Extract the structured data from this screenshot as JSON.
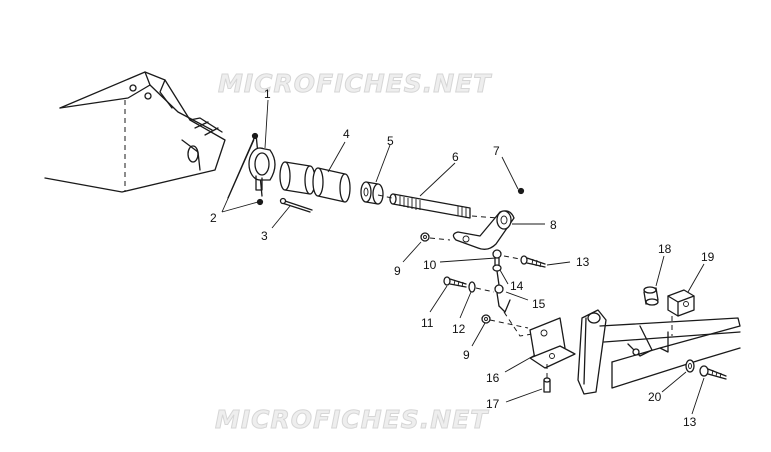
{
  "watermark": {
    "text": "MICROFICHES.NET",
    "color": "#d0d0d0"
  },
  "callouts": {
    "c1": "1",
    "c2": "2",
    "c3": "3",
    "c4": "4",
    "c5": "5",
    "c6": "6",
    "c7": "7",
    "c8": "8",
    "c9a": "9",
    "c9b": "9",
    "c10": "10",
    "c11": "11",
    "c12": "12",
    "c13a": "13",
    "c13b": "13",
    "c14": "14",
    "c15": "15",
    "c16": "16",
    "c17": "17",
    "c18": "18",
    "c19": "19",
    "c20": "20"
  },
  "style": {
    "line_color": "#1a1a1a",
    "background": "#ffffff"
  }
}
